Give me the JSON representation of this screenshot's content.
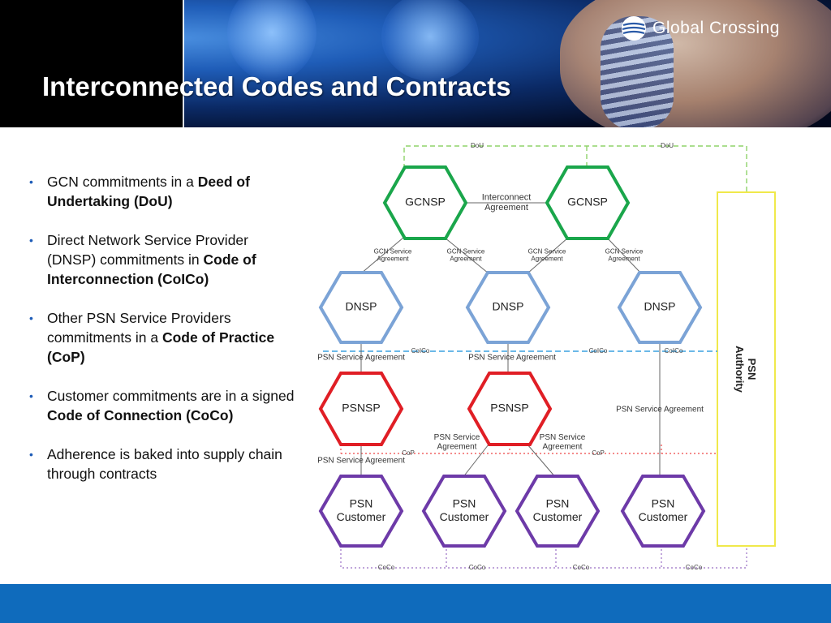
{
  "header": {
    "title": "Interconnected Codes and Contracts",
    "logo_text": "Global Crossing",
    "logo_icon": "globe-icon"
  },
  "bullets": [
    {
      "pre": "GCN commitments in a ",
      "bold": "Deed of Undertaking (DoU)"
    },
    {
      "pre": "Direct Network Service Provider (DNSP) commitments in ",
      "bold": "Code of Interconnection (CoICo)"
    },
    {
      "pre": "Other PSN Service Providers commitments in a ",
      "bold": "Code of Practice (CoP)"
    },
    {
      "pre": "Customer commitments are in a signed ",
      "bold": "Code of Connection (CoCo)"
    },
    {
      "pre": "Adherence is baked into supply chain through contracts",
      "bold": ""
    }
  ],
  "diagram": {
    "colors": {
      "gcnsp": "#1aa64b",
      "dnsp": "#7ba3d6",
      "psnsp": "#e01e25",
      "customer": "#6d3aa8",
      "authority_box": "#f0e94b",
      "dou_line": "#8fd36a",
      "coico_line": "#3aa0e0",
      "cop_line": "#ee4444",
      "coco_line": "#9a6fc4"
    },
    "nodes": [
      {
        "id": "gcnsp1",
        "type": "gcnsp",
        "label": "GCNSP"
      },
      {
        "id": "gcnsp2",
        "type": "gcnsp",
        "label": "GCNSP"
      },
      {
        "id": "dnsp1",
        "type": "dnsp",
        "label": "DNSP"
      },
      {
        "id": "dnsp2",
        "type": "dnsp",
        "label": "DNSP"
      },
      {
        "id": "dnsp3",
        "type": "dnsp",
        "label": "DNSP"
      },
      {
        "id": "psnsp1",
        "type": "psnsp",
        "label": "PSNSP"
      },
      {
        "id": "psnsp2",
        "type": "psnsp",
        "label": "PSNSP"
      },
      {
        "id": "cust1",
        "type": "customer",
        "label": "PSN\nCustomer"
      },
      {
        "id": "cust2",
        "type": "customer",
        "label": "PSN\nCustomer"
      },
      {
        "id": "cust3",
        "type": "customer",
        "label": "PSN\nCustomer"
      },
      {
        "id": "cust4",
        "type": "customer",
        "label": "PSN\nCustomer"
      }
    ],
    "labels": {
      "dou": "DoU",
      "interconnect": "Interconnect\nAgreement",
      "gcn_service_agreement": "GCN Service\nAgreement",
      "psn_service_agreement": "PSN Service Agreement",
      "psn_service_agreement_stacked": "PSN Service\nAgreement",
      "coico": "CoICo",
      "cop": "CoP",
      "coco": "CoCo",
      "authority": "PSN\nAuthority"
    }
  }
}
